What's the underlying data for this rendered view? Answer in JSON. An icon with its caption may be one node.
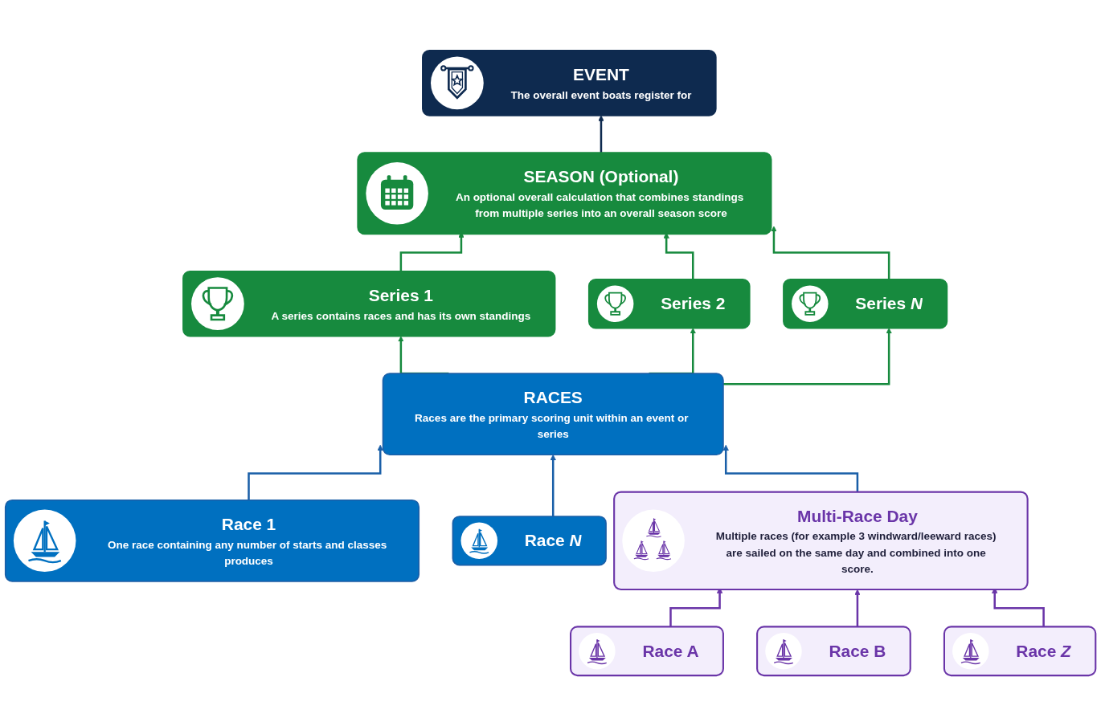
{
  "diagram": {
    "nodes": [
      {
        "text": [
          "EVENT",
          "The overall event boats register for"
        ]
      },
      {
        "text": [
          "SEASON (Optional)",
          "An optional overall calculation that combines standings from multiple series into an overall season score"
        ]
      },
      {
        "text": [
          "Series 1",
          "A series contains races and has its own standings"
        ]
      },
      {
        "text": [
          "Series 2"
        ]
      },
      {
        "text": [
          "Series *N*"
        ]
      },
      {
        "text": [
          "RACES",
          "Races are the primary scoring unit within an event or series"
        ]
      },
      {
        "text": [
          "Race 1",
          "One race containing any number of starts and classes produces"
        ]
      },
      {
        "text": [
          "Race *N*"
        ]
      },
      {
        "text": [
          "Multi-Race Day",
          "Multiple races (for example 3 windward/leeward races) are sailed on the same day and combined into one score."
        ]
      },
      {
        "text": [
          "Race A"
        ]
      },
      {
        "text": [
          "Race B"
        ]
      },
      {
        "text": [
          "Race *Z*"
        ]
      }
    ],
    "edges": [
      {
        "from": 1,
        "to": 0,
        "arrow": "to",
        "color": "#0e2a4f"
      },
      {
        "from": 2,
        "to": 1,
        "arrow": "to"
      },
      {
        "from": 3,
        "to": 1,
        "arrow": "to"
      },
      {
        "from": 4,
        "to": 1,
        "arrow": "to"
      },
      {
        "from": 5,
        "to": 2,
        "arrow": "to"
      },
      {
        "from": 5,
        "to": 3,
        "arrow": "to"
      },
      {
        "from": 5,
        "to": 4,
        "arrow": "to"
      },
      {
        "from": 6,
        "to": 5,
        "arrow": "to",
        "color": "#1a5fa8"
      },
      {
        "from": 7,
        "to": 5,
        "arrow": "to",
        "color": "#1a5fa8"
      },
      {
        "from": 8,
        "to": 5,
        "arrow": "to",
        "color": "#1a5fa8"
      },
      {
        "from": 9,
        "to": 8,
        "arrow": "to",
        "color": "#6a35a8"
      },
      {
        "from": 10,
        "to": 8,
        "arrow": "to",
        "color": "#6a35a8"
      },
      {
        "from": 11,
        "to": 8,
        "arrow": "to",
        "color": "#6a35a8"
      }
    ]
  }
}
